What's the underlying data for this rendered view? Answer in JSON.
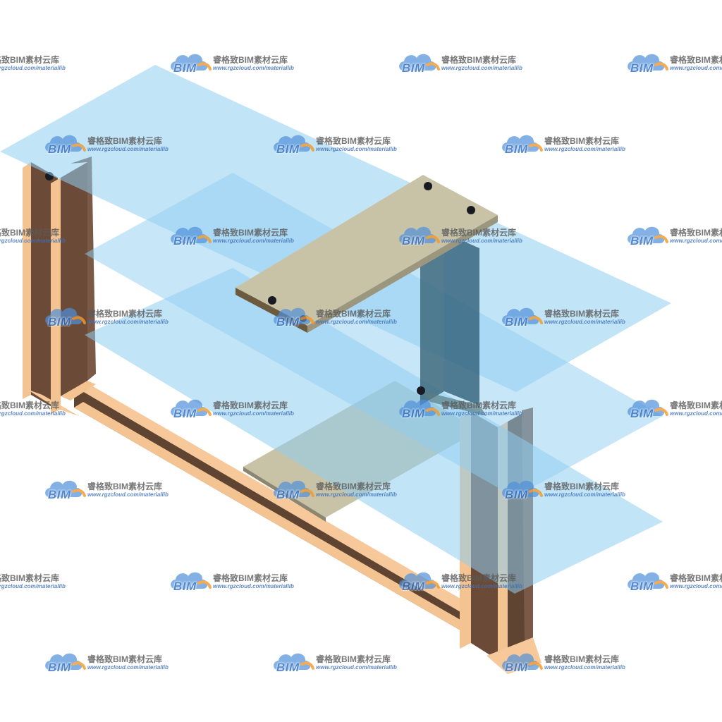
{
  "watermark": {
    "logo_text": "BIM",
    "name": "睿格致BIM素材云库",
    "url": "www.rgzcloud.com/materiallib"
  },
  "model": {
    "components": [
      "steel-column",
      "steel-beam",
      "steel-plate",
      "glass-panel",
      "anchor-bolt"
    ],
    "colors": {
      "glass": "#8fcdf1",
      "column_face": "#6b4a38",
      "column_edge": "#f3c391",
      "beam": "#5f4432",
      "plate": "#c8c3a6",
      "bolt": "#1a1a22"
    }
  }
}
